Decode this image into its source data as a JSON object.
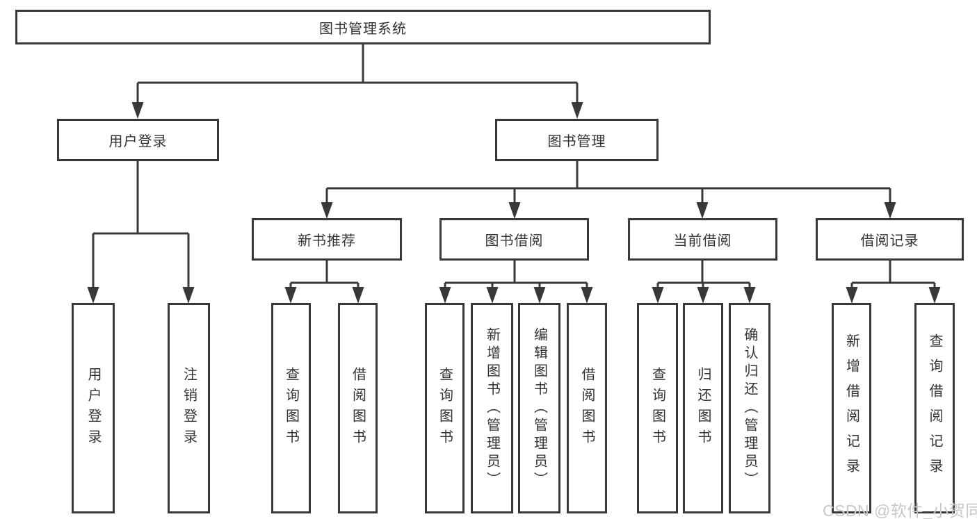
{
  "colors": {
    "line": "#383838",
    "box_border": "#383838",
    "text": "#333333",
    "watermark": "#c8c8c8",
    "background": "#ffffff"
  },
  "tree": {
    "root": "图书管理系统",
    "level1": [
      "用户登录",
      "图书管理"
    ],
    "level2": [
      "新书推荐",
      "图书借阅",
      "当前借阅",
      "借阅记录"
    ],
    "leaves": {
      "user_login": [
        "用户登录",
        "注销登录"
      ],
      "new_book_recommend": [
        "查询图书",
        "借阅图书"
      ],
      "book_borrow": [
        "查询图书",
        "新增图书（管理员）",
        "编辑图书（管理员）",
        "借阅图书"
      ],
      "current_borrow": [
        "查询图书",
        "归还图书",
        "确认归还（管理员）"
      ],
      "borrow_record": [
        "新增借阅记录",
        "查询借阅记录"
      ]
    }
  },
  "watermark": "CSDN @软件_小贺同学"
}
